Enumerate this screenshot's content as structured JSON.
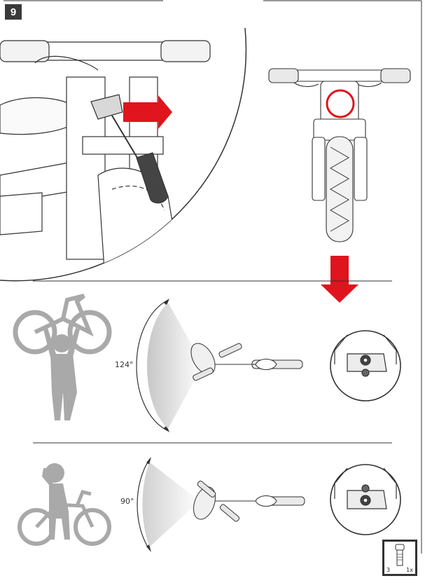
{
  "step": {
    "number": "9"
  },
  "positions": [
    {
      "angle_label": "124°"
    },
    {
      "angle_label": "90°"
    }
  ],
  "part": {
    "ref": "3",
    "quantity": "1x"
  },
  "colors": {
    "arrow_red": "#e0141c",
    "silhouette_gray": "#a9a9a9",
    "outline": "#333333"
  }
}
